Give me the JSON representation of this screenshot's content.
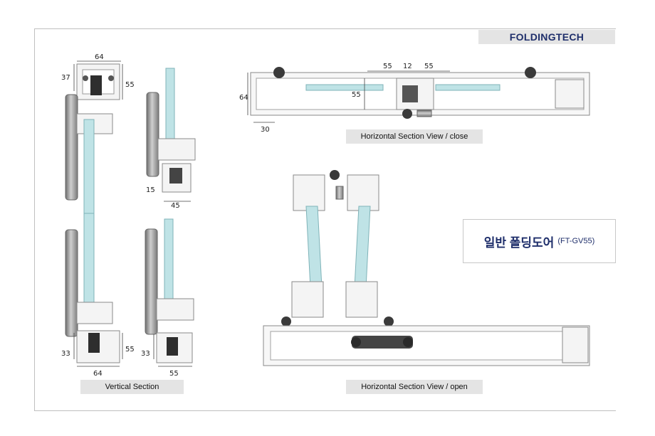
{
  "brand": "FOLDINGTECH",
  "captions": {
    "vertical": "Vertical Section",
    "horizontal_close": "Horizontal Section View / close",
    "horizontal_open": "Horizontal Section View / open"
  },
  "title": {
    "main": "일반 폴딩도어",
    "code": "(FT-GV55)"
  },
  "dimensions": {
    "v_top_width": "64",
    "v_top_left": "37",
    "v_top_right": "55",
    "v_mid_left": "15",
    "v_mid_bottom": "45",
    "v_bot1_left": "33",
    "v_bot1_right": "55",
    "v_bot1_bottom": "64",
    "v_bot2_left": "33",
    "v_bot2_bottom": "55",
    "hc_height": "64",
    "hc_bottom": "30",
    "hc_a": "55",
    "hc_b": "12",
    "hc_c": "55",
    "hc_mid": "55"
  },
  "colors": {
    "brand": "#1f2f6b",
    "glass": "#bfe3e6",
    "frame": "#8a8a8a",
    "hardware": "#3a3a3a"
  }
}
